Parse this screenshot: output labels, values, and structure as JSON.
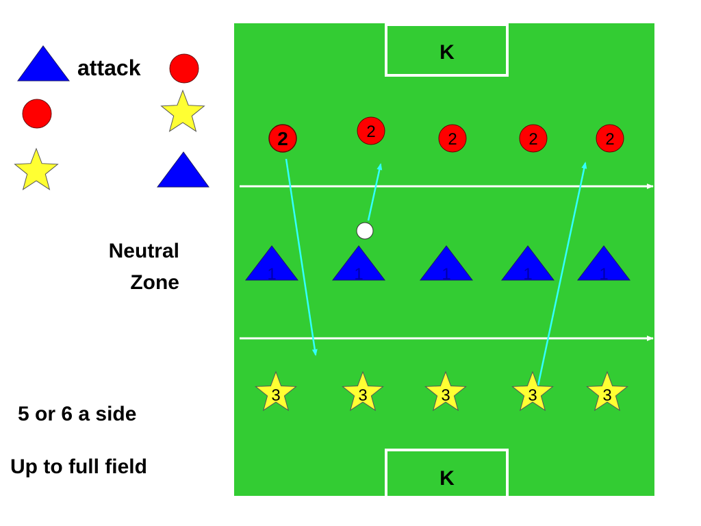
{
  "legend": {
    "attack_label": "attack",
    "symbols": [
      {
        "shape": "triangle",
        "color": "#0000ff"
      },
      {
        "shape": "circle",
        "color": "#ff0000"
      },
      {
        "shape": "circle",
        "color": "#ff0000"
      },
      {
        "shape": "star",
        "color": "#ffff33"
      },
      {
        "shape": "star",
        "color": "#ffff33"
      },
      {
        "shape": "triangle",
        "color": "#0000ff"
      }
    ]
  },
  "zone_label_line1": "Neutral",
  "zone_label_line2": "Zone",
  "team_size_label": "5 or 6 a side",
  "field_size_label": "Up to full field",
  "field": {
    "top_goal_label": "K",
    "bottom_goal_label": "K",
    "grass_color": "#33cc33",
    "line_color": "#ffffff",
    "pass_color": "#33ffff",
    "ball_color": "#ffffff"
  },
  "players": {
    "row_2": {
      "shape": "circle",
      "color": "#ff0000",
      "labels": [
        "2",
        "2",
        "2",
        "2",
        "2"
      ]
    },
    "row_1": {
      "shape": "triangle",
      "color": "#0000ff",
      "labels": [
        "1",
        "1",
        "1",
        "1",
        "1"
      ]
    },
    "row_3": {
      "shape": "star",
      "color": "#ffff33",
      "labels": [
        "3",
        "3",
        "3",
        "3",
        "3"
      ]
    }
  }
}
